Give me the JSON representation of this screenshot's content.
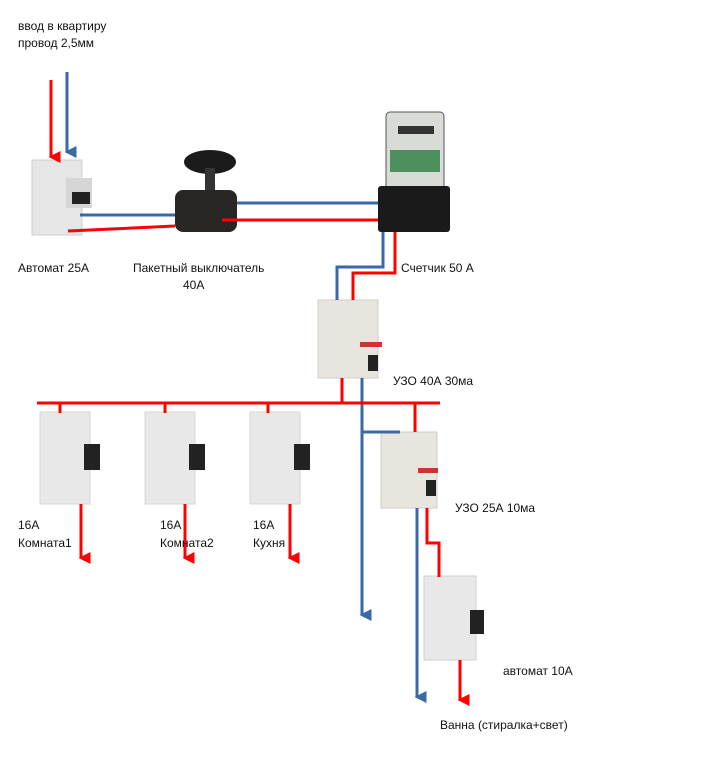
{
  "colors": {
    "phase": "#ff0000",
    "neutral": "#3a68a8",
    "device": "#e4e4e4",
    "meter_body": "#1a1a1a"
  },
  "labels": {
    "input_line1": "ввод в квартиру",
    "input_line2": "провод 2,5мм",
    "main_breaker": "Автомат 25А",
    "packet_switch_line1": "Пакетный выключатель",
    "packet_switch_line2": "40А",
    "meter": "Счетчик 50 А",
    "rcd_main": "УЗО 40А 30ма",
    "rcd_bath": "УЗО 25А 10ма",
    "bath_breaker": "автомат 10А",
    "bath_load": "Ванна  (стиралка+свет)"
  },
  "circuits": [
    {
      "rating": "16А",
      "room": "Комната1"
    },
    {
      "rating": "16А",
      "room": "Комната2"
    },
    {
      "rating": "16А",
      "room": "Кухня"
    }
  ]
}
